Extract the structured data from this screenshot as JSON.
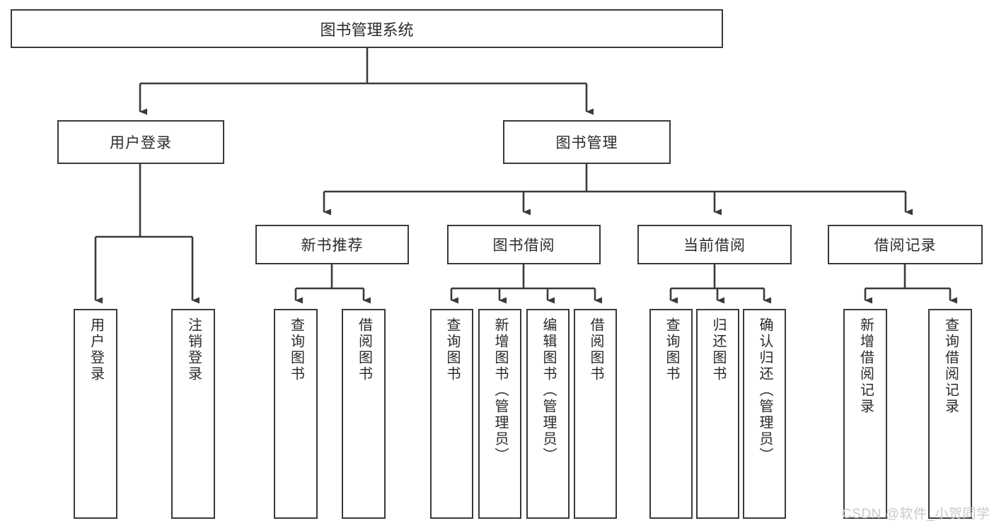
{
  "diagram": {
    "title": "图书管理系统",
    "watermark": "CSDN @软件_小贺同学",
    "colors": {
      "box_border": "#3a3a3a",
      "text": "#2b2b2b",
      "background": "#ffffff",
      "watermark": "#c9c9c9"
    },
    "levels": {
      "level1": [
        {
          "label": "图书管理系统"
        }
      ],
      "level2": [
        {
          "label": "用户登录"
        },
        {
          "label": "图书管理"
        }
      ],
      "level3": [
        {
          "label": "新书推荐"
        },
        {
          "label": "图书借阅"
        },
        {
          "label": "当前借阅"
        },
        {
          "label": "借阅记录"
        }
      ],
      "leaves": [
        {
          "label": "用户登录",
          "parent": "用户登录"
        },
        {
          "label": "注销登录",
          "parent": "用户登录"
        },
        {
          "label": "查询图书",
          "parent": "新书推荐"
        },
        {
          "label": "借阅图书",
          "parent": "新书推荐"
        },
        {
          "label": "查询图书",
          "parent": "图书借阅"
        },
        {
          "label": "新增图书（管理员）",
          "parent": "图书借阅"
        },
        {
          "label": "编辑图书（管理员）",
          "parent": "图书借阅"
        },
        {
          "label": "借阅图书",
          "parent": "图书借阅"
        },
        {
          "label": "查询图书",
          "parent": "当前借阅"
        },
        {
          "label": "归还图书",
          "parent": "当前借阅"
        },
        {
          "label": "确认归还（管理员）",
          "parent": "当前借阅"
        },
        {
          "label": "新增借阅记录",
          "parent": "借阅记录"
        },
        {
          "label": "查询借阅记录",
          "parent": "借阅记录"
        }
      ]
    }
  }
}
